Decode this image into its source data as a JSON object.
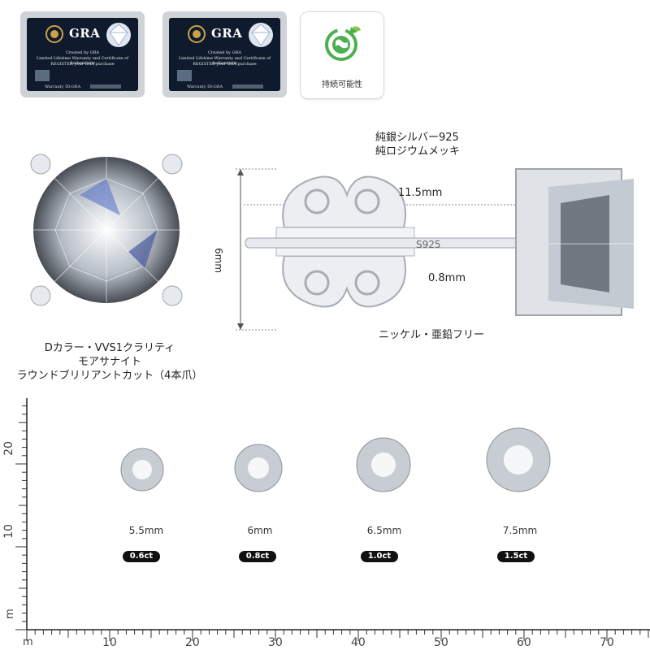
{
  "certificates": [
    {
      "brand": "GRA",
      "line1": "Created by GRA",
      "line2": "Limited Lifetime Warranty and Certificate of Authenticity",
      "line3": "REGISTER your GRA purchase",
      "warranty_label": "Warranty ID:GRA"
    },
    {
      "brand": "GRA",
      "line1": "Created by GRA",
      "line2": "Limited Lifetime Warranty and Certificate of Authenticity",
      "line3": "REGISTER your GRA purchase",
      "warranty_label": "Warranty ID:GRA"
    }
  ],
  "eco_badge": {
    "label": "持続可能性",
    "icon": "recycle-globe-icon"
  },
  "material": {
    "line1": "純銀シルバー925",
    "line2": "純ロジウムメッキ"
  },
  "dimensions": {
    "length": "11.5mm",
    "height": "6mm",
    "post": "0.8mm",
    "stamp": "S925"
  },
  "nickel_free": "ニッケル・亜鉛フリー",
  "stone_caption": {
    "line1": "Dカラー・VVS1クラリティ",
    "line2": "モアサナイト",
    "line3": "ラウンドブリリアントカット（4本爪）"
  },
  "sizes": [
    {
      "size": "5.5mm",
      "carat": "0.6ct"
    },
    {
      "size": "6mm",
      "carat": "0.8ct"
    },
    {
      "size": "6.5mm",
      "carat": "1.0ct"
    },
    {
      "size": "7.5mm",
      "carat": "1.5ct"
    }
  ],
  "ruler": {
    "unit": "m",
    "x_ticks": [
      "10",
      "20",
      "30",
      "40",
      "50",
      "60",
      "70"
    ],
    "y_ticks": [
      "20",
      "10"
    ],
    "y_unit": "m"
  },
  "colors": {
    "accent_green": "#4caf50",
    "pill": "#111111",
    "card_bg": "#0f1a2c"
  }
}
